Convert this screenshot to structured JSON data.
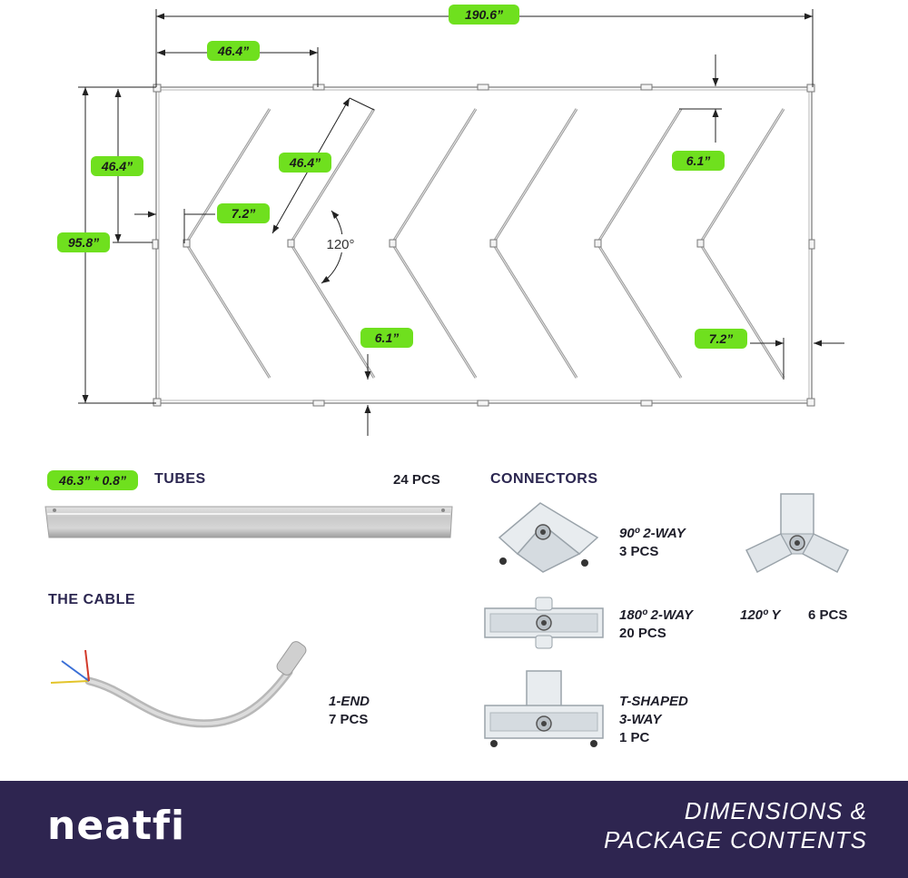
{
  "diagram": {
    "overall_width": "190.6”",
    "top_offset_width": "46.4”",
    "overall_height": "95.8”",
    "half_height": "46.4”",
    "tube_length": "46.4”",
    "angle": "120°",
    "left_gap": "7.2”",
    "right_gap": "7.2”",
    "top_gap": "6.1”",
    "bottom_gap": "6.1”"
  },
  "tubes": {
    "size": "46.3” * 0.8”",
    "title": "TUBES",
    "qty": "24 PCS"
  },
  "cable": {
    "title": "THE CABLE",
    "name": "1-END",
    "qty": "7 PCS"
  },
  "connectors": {
    "title": "CONNECTORS",
    "items": [
      {
        "name": "90º 2-WAY",
        "qty": "3 PCS"
      },
      {
        "name": "180º 2-WAY",
        "qty": "20 PCS"
      },
      {
        "name": "T-SHAPED",
        "name2": "3-WAY",
        "qty": "1 PC"
      },
      {
        "name": "120º Y",
        "qty": "6 PCS"
      }
    ]
  },
  "footer": {
    "brand": "neatfi",
    "title_line1": "DIMENSIONS &",
    "title_line2": "PACKAGE CONTENTS"
  },
  "colors": {
    "label_green": "#6fe01e",
    "footer_bg": "#2e2550",
    "title_navy": "#2b2650"
  }
}
